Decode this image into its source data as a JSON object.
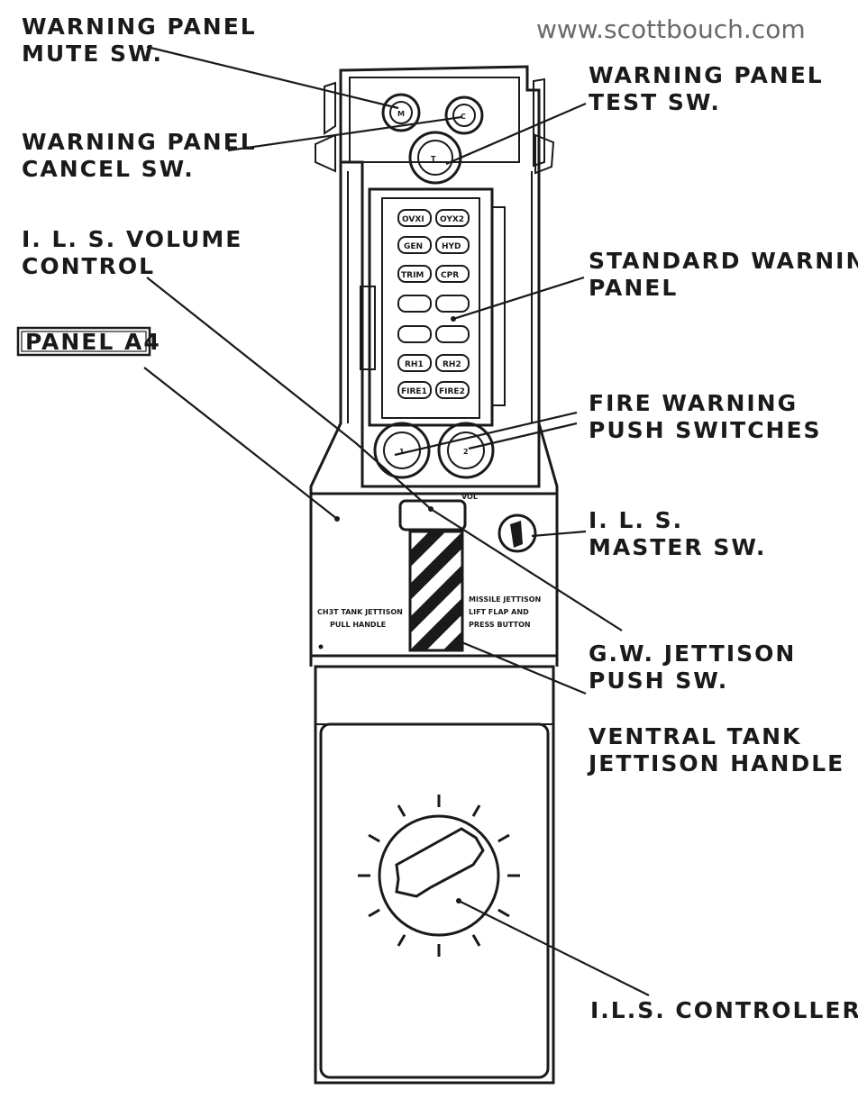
{
  "watermark": "www.scottbouch.com",
  "panel_tag": "PANEL A4",
  "labels": {
    "mute_l1": "WARNING PANEL",
    "mute_l2": "MUTE SW.",
    "test_l1": "WARNING PANEL",
    "test_l2": "TEST SW.",
    "cancel_l1": "WARNING PANEL",
    "cancel_l2": "CANCEL SW.",
    "ils_vol_l1": "I. L. S. VOLUME",
    "ils_vol_l2": "CONTROL",
    "std_l1": "STANDARD WARNING",
    "std_l2": "PANEL",
    "fire_l1": "FIRE WARNING",
    "fire_l2": "PUSH SWITCHES",
    "ils_master_l1": "I. L. S.",
    "ils_master_l2": "MASTER SW.",
    "gw_l1": "G.W. JETTISON",
    "gw_l2": "PUSH SW.",
    "ventral_l1": "VENTRAL TANK",
    "ventral_l2": "JETTISON HANDLE",
    "ils_ctrl": "I.L.S. CONTROLLER"
  },
  "knobs": {
    "mute": "M",
    "cancel": "C",
    "test": "T",
    "fire1": "1",
    "fire2": "2",
    "vol": "VOL"
  },
  "placards": {
    "left_l1": "CH3T TANK JETTISON",
    "left_l2": "PULL HANDLE",
    "right_l1": "MISSILE JETTISON",
    "right_l2": "LIFT FLAP AND",
    "right_l3": "PRESS BUTTON"
  },
  "lamps": {
    "r1a": "OVXI",
    "r1b": "OYX2",
    "r2a": "GEN",
    "r2b": "HYD",
    "r3a": "TRIM",
    "r3b": "CPR",
    "r6a": "RH1",
    "r6b": "RH2",
    "r7a": "FIRE1",
    "r7b": "FIRE2"
  }
}
